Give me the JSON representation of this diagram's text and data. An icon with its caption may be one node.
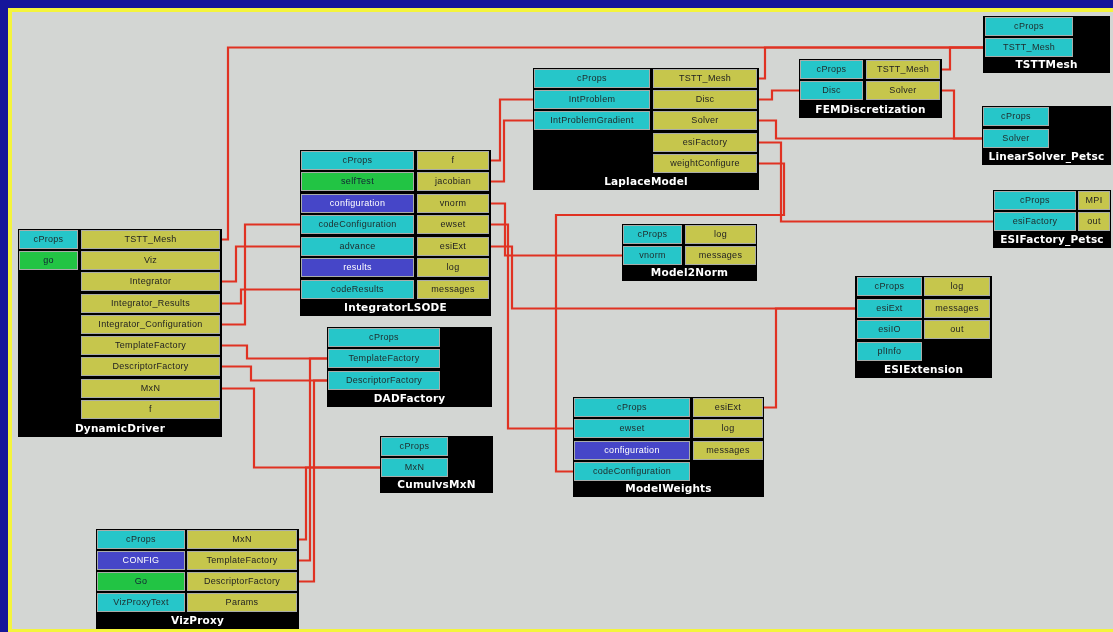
{
  "diagram": {
    "nodes": [
      {
        "text": [
          "TSTTMesh"
        ]
      },
      {
        "text": [
          "cProps"
        ],
        "in": 0
      },
      {
        "text": [
          "TSTT_Mesh"
        ],
        "in": 0
      },
      {
        "text": [
          "LaplaceModel"
        ]
      },
      {
        "text": [
          "cProps"
        ],
        "in": 3
      },
      {
        "text": [
          "IntProblem"
        ],
        "in": 3
      },
      {
        "text": [
          "IntProblemGradient"
        ],
        "in": 3
      },
      {
        "text": [
          "TSTT_Mesh"
        ],
        "in": 3
      },
      {
        "text": [
          "Disc"
        ],
        "in": 3
      },
      {
        "text": [
          "Solver"
        ],
        "in": 3
      },
      {
        "text": [
          "esiFactory"
        ],
        "in": 3
      },
      {
        "text": [
          "weightConfigure"
        ],
        "in": 3
      },
      {
        "text": [
          "FEMDiscretization"
        ]
      },
      {
        "text": [
          "cProps"
        ],
        "in": 12
      },
      {
        "text": [
          "TSTT_Mesh"
        ],
        "in": 12
      },
      {
        "text": [
          "Disc"
        ],
        "in": 12
      },
      {
        "text": [
          "Solver"
        ],
        "in": 12
      },
      {
        "text": [
          "LinearSolver_Petsc"
        ]
      },
      {
        "text": [
          "cProps"
        ],
        "in": 17
      },
      {
        "text": [
          "Solver"
        ],
        "in": 17
      },
      {
        "text": [
          "IntegratorLSODE"
        ]
      },
      {
        "text": [
          "cProps"
        ],
        "in": 20
      },
      {
        "text": [
          "f"
        ],
        "in": 20
      },
      {
        "text": [
          "selfTest"
        ],
        "in": 20
      },
      {
        "text": [
          "jacobian"
        ],
        "in": 20
      },
      {
        "text": [
          "configuration"
        ],
        "in": 20
      },
      {
        "text": [
          "vnorm"
        ],
        "in": 20
      },
      {
        "text": [
          "codeConfiguration"
        ],
        "in": 20
      },
      {
        "text": [
          "ewset"
        ],
        "in": 20
      },
      {
        "text": [
          "advance"
        ],
        "in": 20
      },
      {
        "text": [
          "esiExt"
        ],
        "in": 20
      },
      {
        "text": [
          "results"
        ],
        "in": 20
      },
      {
        "text": [
          "log"
        ],
        "in": 20
      },
      {
        "text": [
          "codeResults"
        ],
        "in": 20
      },
      {
        "text": [
          "messages"
        ],
        "in": 20
      },
      {
        "text": [
          "ESIFactory_Petsc"
        ]
      },
      {
        "text": [
          "cProps"
        ],
        "in": 35
      },
      {
        "text": [
          "MPI"
        ],
        "in": 35
      },
      {
        "text": [
          "esiFactory"
        ],
        "in": 35
      },
      {
        "text": [
          "out"
        ],
        "in": 35
      },
      {
        "text": [
          "DynamicDriver"
        ]
      },
      {
        "text": [
          "cProps"
        ],
        "in": 40
      },
      {
        "text": [
          "TSTT_Mesh"
        ],
        "in": 40
      },
      {
        "text": [
          "go"
        ],
        "in": 40
      },
      {
        "text": [
          "Viz"
        ],
        "in": 40
      },
      {
        "text": [
          "Integrator"
        ],
        "in": 40
      },
      {
        "text": [
          "Integrator_Results"
        ],
        "in": 40
      },
      {
        "text": [
          "Integrator_Configuration"
        ],
        "in": 40
      },
      {
        "text": [
          "TemplateFactory"
        ],
        "in": 40
      },
      {
        "text": [
          "DescriptorFactory"
        ],
        "in": 40
      },
      {
        "text": [
          "MxN"
        ],
        "in": 40
      },
      {
        "text": [
          "f"
        ],
        "in": 40
      },
      {
        "text": [
          "Model2Norm"
        ]
      },
      {
        "text": [
          "cProps"
        ],
        "in": 52
      },
      {
        "text": [
          "log"
        ],
        "in": 52
      },
      {
        "text": [
          "vnorm"
        ],
        "in": 52
      },
      {
        "text": [
          "messages"
        ],
        "in": 52
      },
      {
        "text": [
          "ESIExtension"
        ]
      },
      {
        "text": [
          "cProps"
        ],
        "in": 57
      },
      {
        "text": [
          "log"
        ],
        "in": 57
      },
      {
        "text": [
          "esiExt"
        ],
        "in": 57
      },
      {
        "text": [
          "messages"
        ],
        "in": 57
      },
      {
        "text": [
          "esiIO"
        ],
        "in": 57
      },
      {
        "text": [
          "out"
        ],
        "in": 57
      },
      {
        "text": [
          "plInfo"
        ],
        "in": 57
      },
      {
        "text": [
          "DADFactory"
        ]
      },
      {
        "text": [
          "cProps"
        ],
        "in": 65
      },
      {
        "text": [
          "TemplateFactory"
        ],
        "in": 65
      },
      {
        "text": [
          "DescriptorFactory"
        ],
        "in": 65
      },
      {
        "text": [
          "ModelWeights"
        ]
      },
      {
        "text": [
          "cProps"
        ],
        "in": 69
      },
      {
        "text": [
          "esiExt"
        ],
        "in": 69
      },
      {
        "text": [
          "ewset"
        ],
        "in": 69
      },
      {
        "text": [
          "log"
        ],
        "in": 69
      },
      {
        "text": [
          "configuration"
        ],
        "in": 69
      },
      {
        "text": [
          "messages"
        ],
        "in": 69
      },
      {
        "text": [
          "codeConfiguration"
        ],
        "in": 69
      },
      {
        "text": [
          "CumulvsMxN"
        ]
      },
      {
        "text": [
          "cProps"
        ],
        "in": 77
      },
      {
        "text": [
          "MxN"
        ],
        "in": 77
      },
      {
        "text": [
          "VizProxy"
        ]
      },
      {
        "text": [
          "cProps"
        ],
        "in": 80
      },
      {
        "text": [
          "MxN"
        ],
        "in": 80
      },
      {
        "text": [
          "CONFIG"
        ],
        "in": 80
      },
      {
        "text": [
          "TemplateFactory"
        ],
        "in": 80
      },
      {
        "text": [
          "Go"
        ],
        "in": 80
      },
      {
        "text": [
          "DescriptorFactory"
        ],
        "in": 80
      },
      {
        "text": [
          "VizProxyText"
        ],
        "in": 80
      },
      {
        "text": [
          "Params"
        ],
        "in": 80
      }
    ],
    "edges": [
      {
        "from": 42,
        "to": 2,
        "arrow": "none"
      },
      {
        "from": 7,
        "to": 2,
        "arrow": "none"
      },
      {
        "from": 14,
        "to": 2,
        "arrow": "none"
      },
      {
        "from": 22,
        "to": 5,
        "arrow": "none"
      },
      {
        "from": 24,
        "to": 6,
        "arrow": "none"
      },
      {
        "from": 8,
        "to": 15,
        "arrow": "none"
      },
      {
        "from": 9,
        "to": 19,
        "arrow": "none"
      },
      {
        "from": 16,
        "to": 19,
        "arrow": "none"
      },
      {
        "from": 10,
        "to": 38,
        "arrow": "none"
      },
      {
        "from": 11,
        "to": 76,
        "arrow": "none"
      },
      {
        "from": 45,
        "to": 29,
        "arrow": "none"
      },
      {
        "from": 46,
        "to": 33,
        "arrow": "none"
      },
      {
        "from": 47,
        "to": 27,
        "arrow": "none"
      },
      {
        "from": 26,
        "to": 55,
        "arrow": "none"
      },
      {
        "from": 28,
        "to": 72,
        "arrow": "none"
      },
      {
        "from": 30,
        "to": 60,
        "arrow": "none"
      },
      {
        "from": 71,
        "to": 60,
        "arrow": "none"
      },
      {
        "from": 48,
        "to": 67,
        "arrow": "none"
      },
      {
        "from": 49,
        "to": 68,
        "arrow": "none"
      },
      {
        "from": 50,
        "to": 79,
        "arrow": "none"
      },
      {
        "from": 82,
        "to": 79,
        "arrow": "none"
      },
      {
        "from": 84,
        "to": 67,
        "arrow": "none"
      },
      {
        "from": 86,
        "to": 68,
        "arrow": "none"
      }
    ]
  }
}
